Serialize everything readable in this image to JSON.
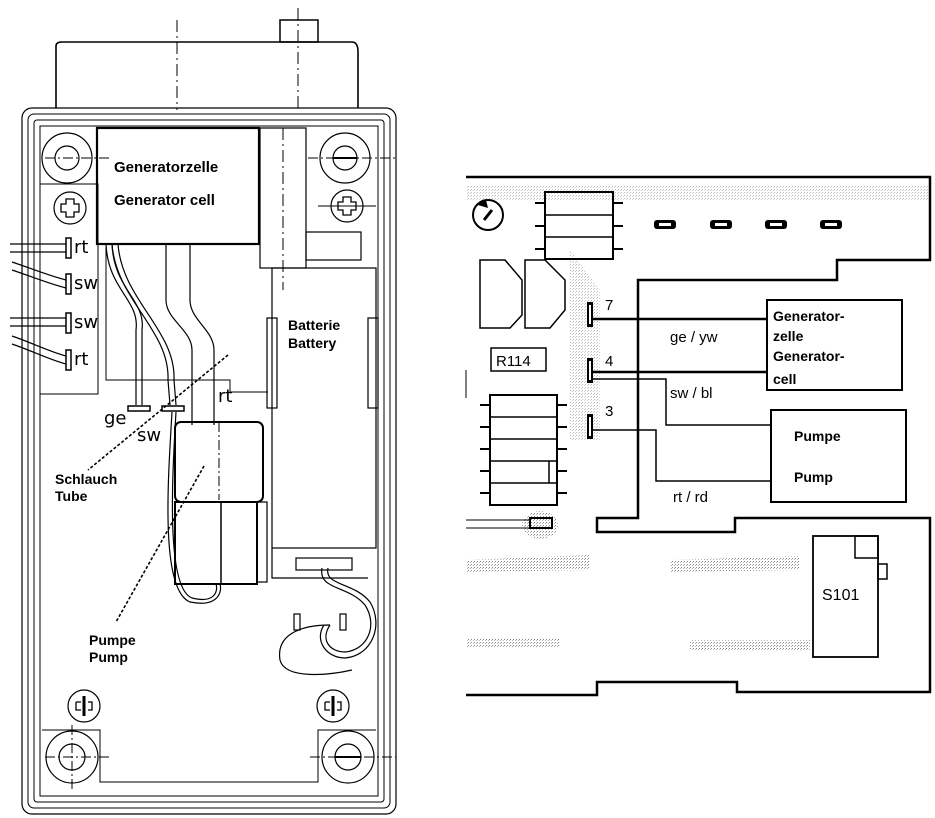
{
  "left_figure": {
    "title": "device-interior-view",
    "labels": {
      "generator_cell_de": "Generatorzelle",
      "generator_cell_en": "Generator cell",
      "battery_de": "Batterie",
      "battery_en": "Battery",
      "tube_de": "Schlauch",
      "tube_en": "Tube",
      "pump_de": "Pumpe",
      "pump_en": "Pump"
    },
    "wire_labels": {
      "terminal_1": "rt",
      "terminal_2": "sw",
      "terminal_3": "sw",
      "terminal_4": "rt",
      "ge": "ge",
      "sw": "sw",
      "rt": "rt"
    }
  },
  "right_figure": {
    "title": "pcb-connection-view",
    "components": {
      "resistor": "R114",
      "switch": "S101"
    },
    "pins": {
      "pin_7": "7",
      "pin_4": "4",
      "pin_3": "3"
    },
    "wire_labels": {
      "yellow": "ge / yw",
      "black": "sw / bl",
      "red": "rt / rd"
    },
    "boxes": {
      "generator_line1": "Generator-",
      "generator_line2": "zelle",
      "generator_line3": "Generator-",
      "generator_line4": "cell",
      "pump_line1": "Pumpe",
      "pump_line2": "Pump"
    }
  },
  "colors": {
    "ink": "#000000",
    "paper": "#ffffff",
    "stipple": "#9a9a9a"
  }
}
